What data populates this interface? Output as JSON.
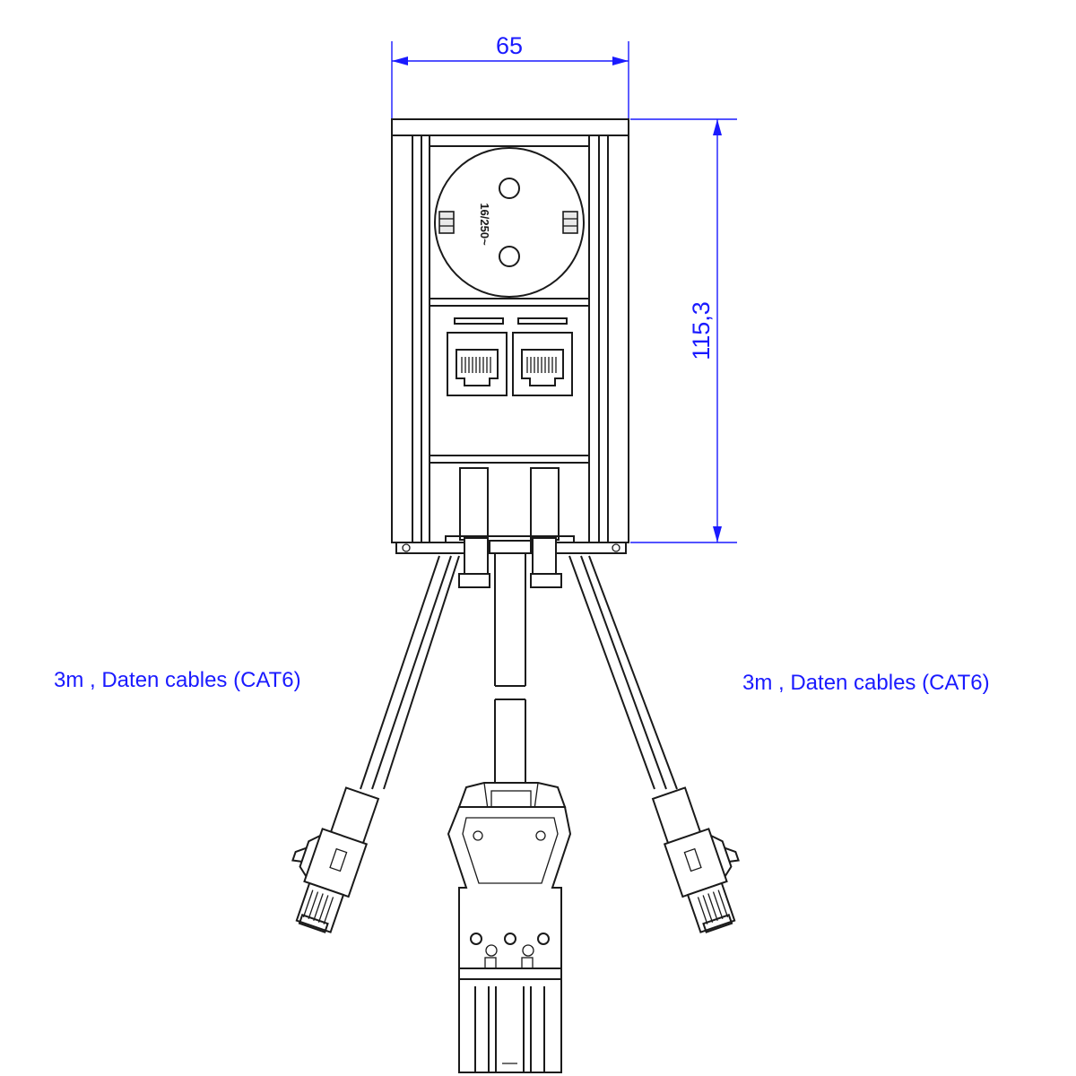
{
  "dimensions": {
    "width": "65",
    "height": "115,3"
  },
  "labels": {
    "left_cable": "3m , Daten cables (CAT6)",
    "right_cable": "3m , Daten cables (CAT6)"
  },
  "socket": {
    "rating_mark": "16/250~"
  },
  "colors": {
    "dimension": "#1a1aff",
    "outline": "#1a1a1a"
  }
}
